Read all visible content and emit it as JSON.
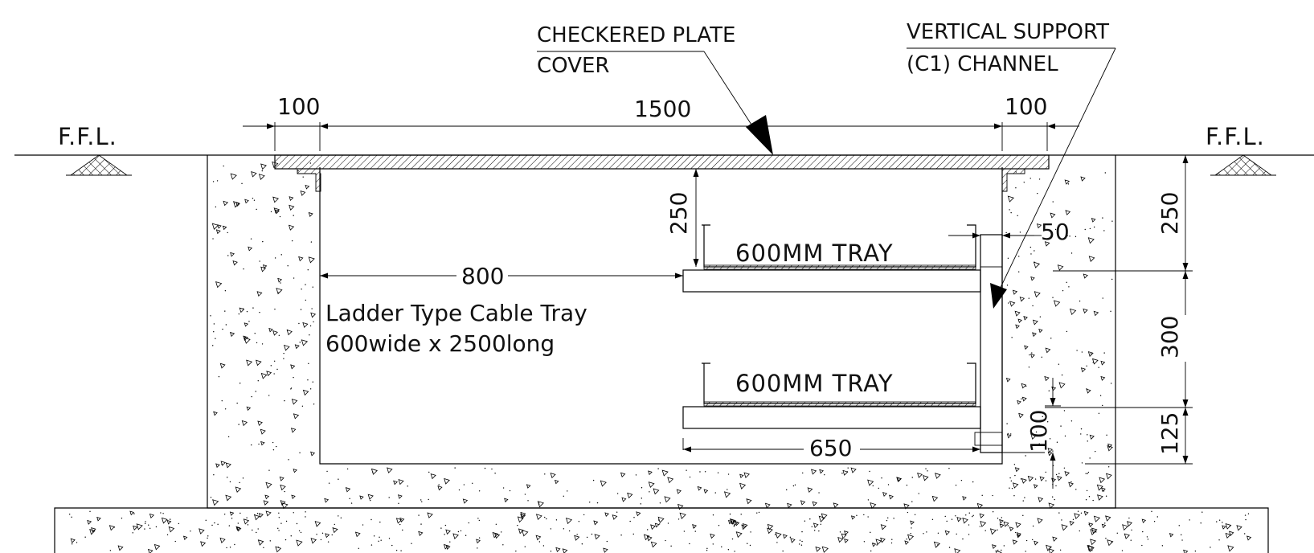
{
  "labels": {
    "ffl_left": "F.F.L.",
    "ffl_right": "F.F.L.",
    "cover_line1": "CHECKERED PLATE",
    "cover_line2": "COVER",
    "support_line1": "VERTICAL SUPPORT",
    "support_line2": "(C1) CHANNEL",
    "tray_upper": "600MM TRAY",
    "tray_lower": "600MM TRAY",
    "ladder_line1": "Ladder Type Cable Tray",
    "ladder_line2": "600wide x 2500long"
  },
  "dimensions": {
    "left_wall": "100",
    "span": "1500",
    "right_wall": "100",
    "cover_to_tray": "250",
    "tray_offset": "800",
    "channel_gap": "50",
    "tray_length": "650",
    "bottom_gap": "100",
    "right_top": "250",
    "right_mid": "300",
    "right_bottom": "125"
  },
  "colors": {
    "line": "#000000",
    "background": "#ffffff"
  }
}
